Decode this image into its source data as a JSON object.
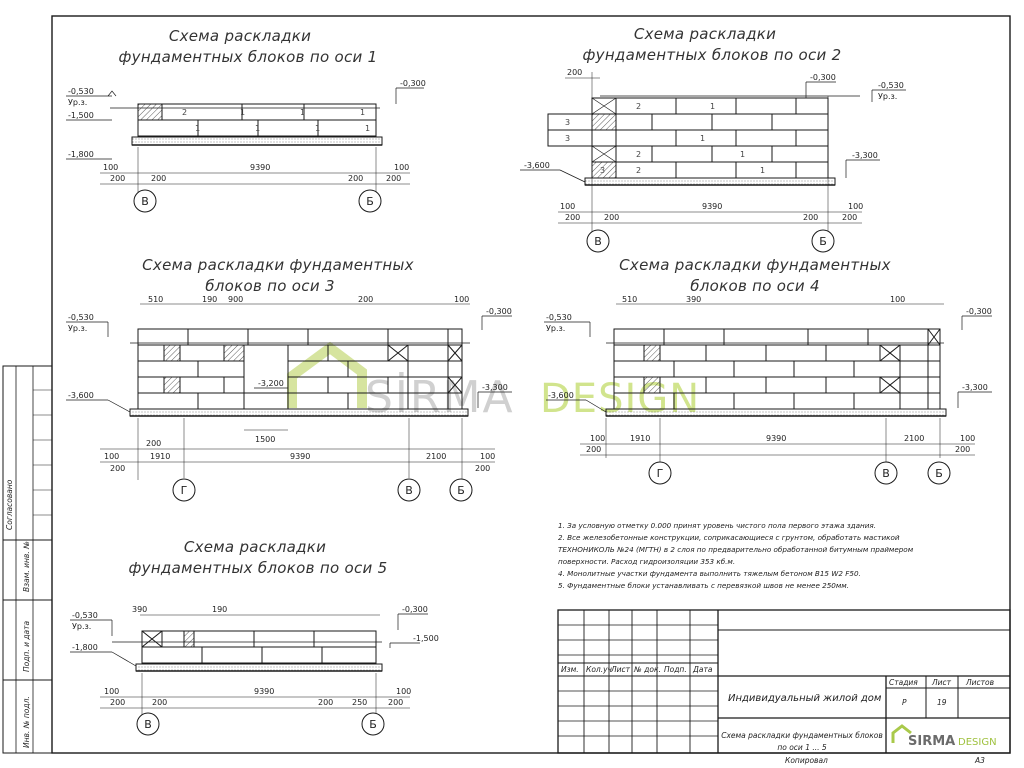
{
  "sheet": {
    "format": "А3",
    "copied": "Копировал",
    "left_strip": [
      "Согласовано",
      "Взам. инв. №",
      "Подп. и дата",
      "Инв. № подл."
    ]
  },
  "watermark": {
    "word1": "SIRMA",
    "word2": "DESIGN",
    "word1_display": "SİRMA"
  },
  "schemes": {
    "s1": {
      "title1": "Схема раскладки",
      "title2": "фундаментных блоков по оси 1",
      "elev": [
        "-0,530",
        "Ур.з.",
        "-1,500",
        "-1,800",
        "-0,300"
      ],
      "dims": [
        "100",
        "200",
        "200",
        "9390",
        "200",
        "100",
        "200"
      ],
      "axes": [
        "В",
        "Б"
      ],
      "blocks": [
        "2",
        "1",
        "1",
        "1",
        "1",
        "1",
        "1",
        "1"
      ]
    },
    "s2": {
      "title1": "Схема раскладки",
      "title2": "фундаментных блоков по оси 2",
      "elev": [
        "-0,300",
        "-0,530",
        "Ур.з.",
        "-3,600",
        "-3,300"
      ],
      "dims": [
        "200",
        "100",
        "200",
        "200",
        "9390",
        "200",
        "100",
        "200"
      ],
      "axes": [
        "В",
        "Б"
      ],
      "blocks": [
        "3",
        "2",
        "1",
        "3",
        "1",
        "2",
        "1",
        "3",
        "2",
        "1"
      ]
    },
    "s3": {
      "title1": "Схема раскладки фундаментных",
      "title2": "блоков по оси  3",
      "top_dims": [
        "510",
        "190",
        "900",
        "200",
        "100"
      ],
      "elev": [
        "-0,530",
        "Ур.з.",
        "-0,300",
        "-3,600",
        "-3,200",
        "-3,300"
      ],
      "dims": [
        "200",
        "1500",
        "100",
        "200",
        "1910",
        "9390",
        "2100",
        "100",
        "200"
      ],
      "axes": [
        "Г",
        "В",
        "Б"
      ]
    },
    "s4": {
      "title1": "Схема раскладки фундаментных",
      "title2": "блоков по оси  4",
      "top_dims": [
        "510",
        "390",
        "100"
      ],
      "elev": [
        "-0,530",
        "Ур.з.",
        "-0,300",
        "-3,600",
        "-3,300"
      ],
      "dims": [
        "1910",
        "9390",
        "2100",
        "100",
        "200",
        "100",
        "200"
      ],
      "axes": [
        "Г",
        "В",
        "Б"
      ]
    },
    "s5": {
      "title1": "Схема раскладки",
      "title2": "фундаментных блоков по оси 5",
      "top_dims": [
        "390",
        "190"
      ],
      "elev": [
        "-0,530",
        "Ур.з.",
        "-1,800",
        "-0,300",
        "-1,500"
      ],
      "dims": [
        "100",
        "200",
        "200",
        "9390",
        "200",
        "250",
        "100",
        "200"
      ],
      "axes": [
        "В",
        "Б"
      ]
    }
  },
  "notes": [
    "1. За условную отметку 0.000 принят уровень чистого пола первого этажа здания.",
    "2. Все железобетонные конструкции, соприкасающиеся с грунтом, обработать мастикой",
    "ТЕХНОНИКОЛЬ №24 (МГТН) в 2 слоя по предварительно обработанной битумным праймером",
    "поверхности. Расход гидроизоляции 353 кб.м.",
    "4. Монолитные участки фундамента выполнить тяжелым бетоном В15 W2 F50.",
    "5. Фундаментные блоки устанавливать с перевязкой швов не менее 250мм."
  ],
  "title_block": {
    "cols": [
      "Изм.",
      "Кол.уч",
      "Лист",
      "№ док.",
      "Подп.",
      "Дата"
    ],
    "project": "Индивидуальный жилой дом",
    "sheet_title1": "Схема раскладки фундаментных блоков",
    "sheet_title2": "по оси 1 ... 5",
    "stage_label": "Стадия",
    "sheet_label": "Лист",
    "sheets_label": "Листов",
    "stage": "Р",
    "sheet_no": "19",
    "logo1": "SIRMA",
    "logo2": "DESIGN"
  },
  "colors": {
    "line": "#1a1a1a",
    "watermark_green": "#c9e07a",
    "watermark_grey": "#c8c8c8"
  }
}
